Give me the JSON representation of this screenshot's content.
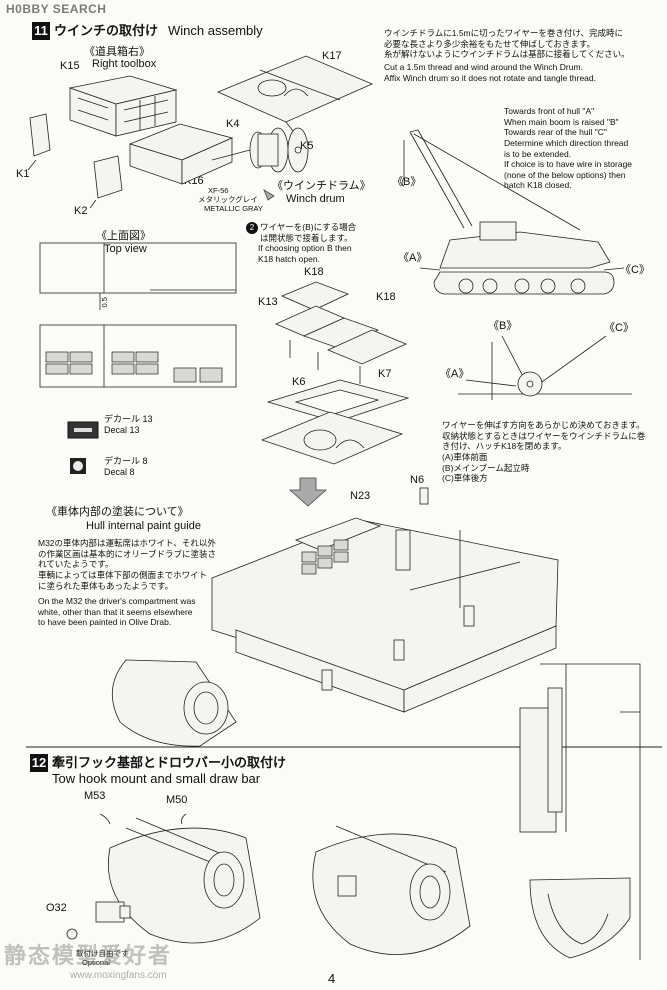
{
  "header": {
    "logo": "H0BBY SEARCH"
  },
  "step11": {
    "num": "11",
    "title_jp": "ウインチの取付け",
    "title_en": "Winch assembly",
    "right_toolbox_jp": "《道具箱右》",
    "right_toolbox_en": "Right toolbox",
    "parts": {
      "k15": "K15",
      "k1": "K1",
      "k2": "K2",
      "k16": "K16",
      "k17": "K17",
      "k4": "K4",
      "k5": "K5",
      "k13": "K13",
      "k18": "K18",
      "k18b": "K18",
      "k6": "K6",
      "k7": "K7",
      "n23": "N23",
      "n6": "N6"
    },
    "paint_code": "XF-56",
    "paint_jp": "メタリックグレイ",
    "paint_en": "METALLIC GRAY",
    "winch_drum_jp": "《ウインチドラム》",
    "winch_drum_en": "Winch drum",
    "option_b_jp": "ワイヤーを(B)にする場合\nは開状態で接着します。",
    "option_b_en": "If choosing option B then\nK18 hatch open.",
    "top_view_jp": "《上面図》",
    "top_view_en": "Top view",
    "dim": "0.5",
    "decal13_jp": "デカール 13",
    "decal13_en": "Decal 13",
    "decal8_jp": "デカール 8",
    "decal8_en": "Decal 8",
    "paint_guide_jp": "《車体内部の塗装について》",
    "paint_guide_en": "Hull internal paint guide",
    "paint_guide_text_jp": "M32の車体内部は運転席はホワイト、それ以外\nの作業区画は基本的にオリーブドラブに塗装さ\nれていたようです。\n車輌によっては車体下部の側面までホワイト\nに塗られた車体もあったようです。",
    "paint_guide_text_en": "On the M32 the driver's compartment was\nwhite, other than that it seems elsewhere\nto have been painted in Olive Drab.",
    "wire_jp": "ウインチドラムに1.5mに切ったワイヤーを巻き付け、完成時に\n必要な長さより多少余裕をもたせて伸ばしておきます。\n糸が解けないようにウインチドラムは基部に接着してください。",
    "wire_en": "Cut a 1.5m thread and wind around the Winch Drum.\nAffix Winch drum so it does not rotate and tangle thread.",
    "direction_en": "Towards front of hull \"A\"\nWhen main boom is raised \"B\"\nTowards rear of the hull \"C\"\nDetermine which direction thread\nis to be extended.\nIf choice is to have wire in storage\n(none of the below options) then\nhatch K18 closed.",
    "label_a": "《A》",
    "label_b": "《B》",
    "label_c": "《C》",
    "direction_jp": "ワイヤーを伸ばす方向をあらかじめ決めておきます。\n収納状態とするときはワイヤーをウインチドラムに巻\nき付け、ハッチK18を閉めます。\n(A)車体前面\n(B)メインブーム起立時\n(C)車体後方"
  },
  "step12": {
    "num": "12",
    "title_jp": "牽引フック基部とドロウバー小の取付け",
    "title_en": "Tow hook mount and small draw bar",
    "parts": {
      "m53": "M53",
      "m50": "M50",
      "o32": "O32"
    },
    "optional_jp": "取付け自由です",
    "optional_en": "Optional"
  },
  "footer": {
    "page_number": "4",
    "watermark_cn": "静态模型爱好者",
    "watermark_url": "www.moxingfans.com"
  }
}
